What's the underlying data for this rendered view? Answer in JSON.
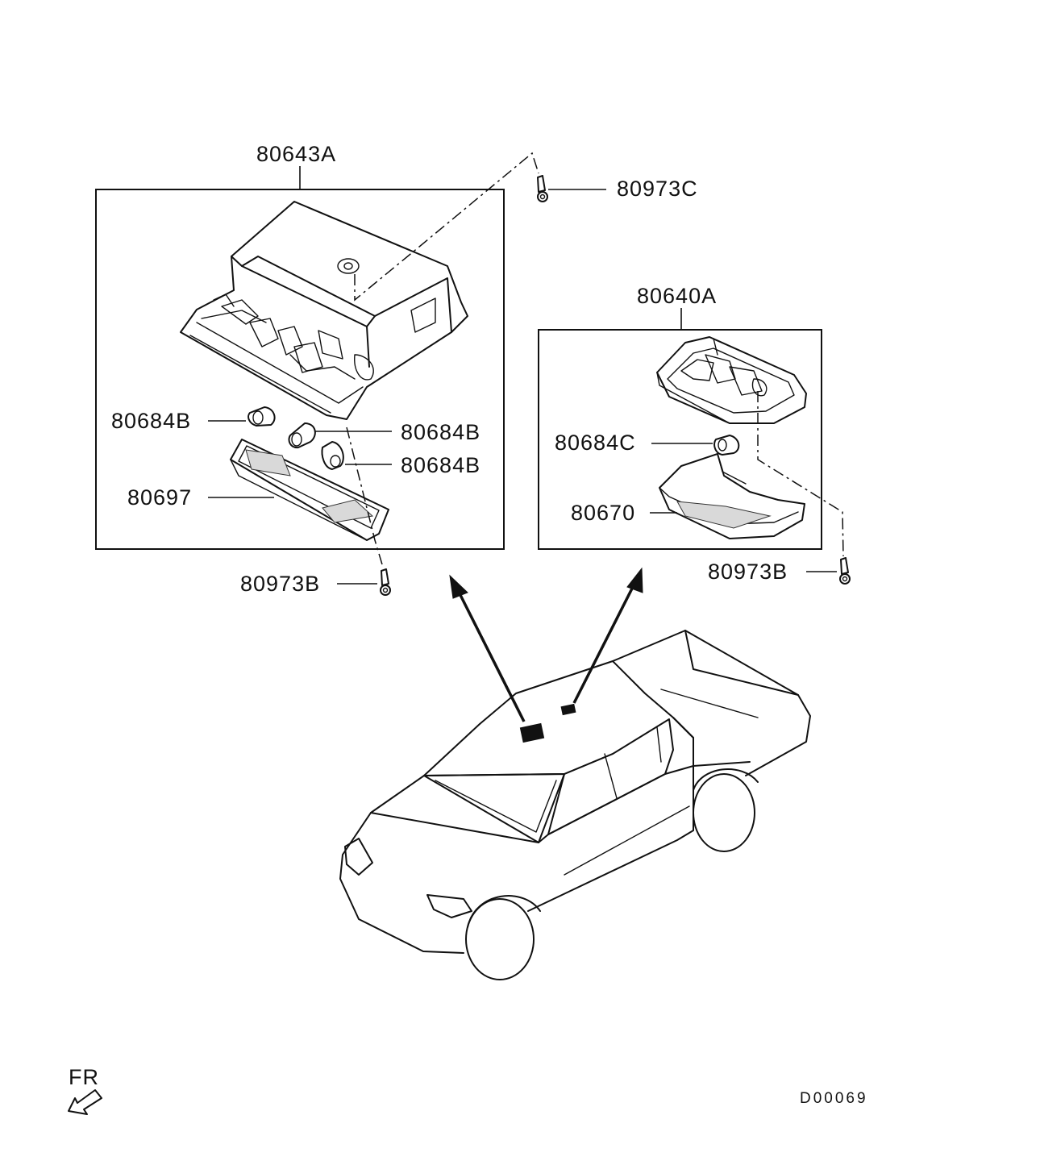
{
  "labels": {
    "assembly_front": "80643A",
    "assembly_rear": "80640A",
    "screw_top": "80973C",
    "screw_bottom_left": "80973B",
    "screw_bottom_right": "80973B",
    "bulb_left": "80684B",
    "bulb_mid": "80684B",
    "bulb_low": "80684B",
    "lens_front": "80697",
    "bulb_rear": "80684C",
    "lens_rear": "80670"
  },
  "direction_label": "FR",
  "diagram_code": "D00069"
}
